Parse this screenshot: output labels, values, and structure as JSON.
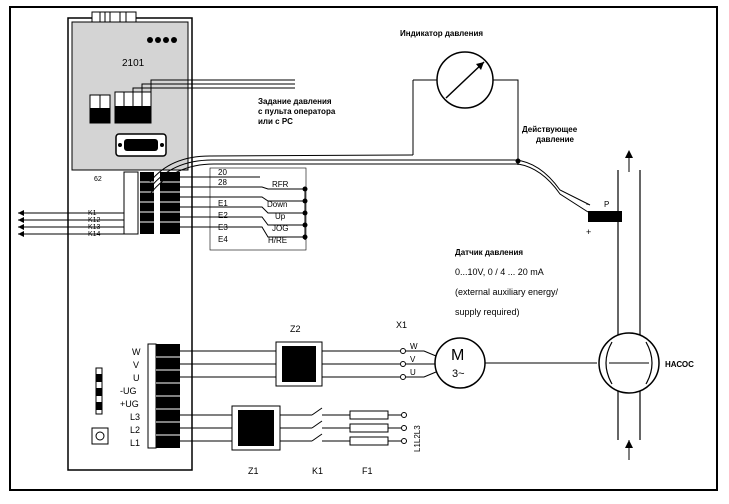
{
  "device": {
    "model": "2101"
  },
  "labels": {
    "pressure_indicator": "Индикатор давления",
    "setpoint_line1": "Задание давления",
    "setpoint_line2": "с пульта оператора",
    "setpoint_line3": "или с PC",
    "actual_line1": "Действующее",
    "actual_line2": "давление",
    "sensor_line1": "Датчик давления",
    "sensor_line2": "0...10V, 0 / 4 ... 20 mA",
    "sensor_line3": "(external auxiliary energy/",
    "sensor_line4": "supply required)",
    "pump": "НАСОС",
    "motor_m": "M",
    "motor_phase": "3~",
    "sensor_minus": "-",
    "sensor_plus": "+",
    "sensor_p": "P"
  },
  "control_terminals": [
    {
      "num": "20",
      "func": ""
    },
    {
      "num": "28",
      "func": "RFR"
    },
    {
      "num": "E1",
      "func": "Down"
    },
    {
      "num": "E2",
      "func": "Up"
    },
    {
      "num": "E3",
      "func": "JOG"
    },
    {
      "num": "E4",
      "func": "H/RE"
    }
  ],
  "relay_labels": [
    "K1",
    "K12",
    "K13",
    "K14"
  ],
  "terminal_top_label": "62",
  "power_terminals": [
    "W",
    "V",
    "U",
    "-UG",
    "+UG",
    "L3",
    "L2",
    "L1"
  ],
  "components": {
    "z1": "Z1",
    "z2": "Z2",
    "k1": "K1",
    "f1": "F1",
    "x1": "X1"
  },
  "motor_terminals": [
    "W",
    "V",
    "U"
  ],
  "mains_label": "L1L2L3"
}
